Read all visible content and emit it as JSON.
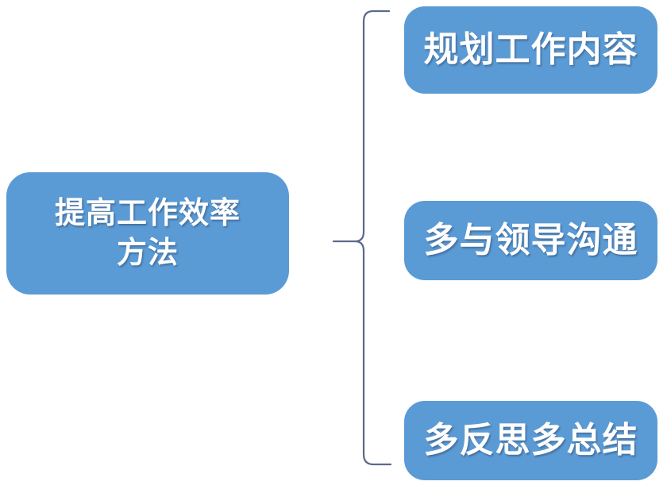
{
  "diagram": {
    "type": "bracket-hierarchy",
    "title": "提高工作效率方法",
    "background_color": "#ffffff",
    "node_fill_color": "#5b9bd5",
    "node_text_color": "#ffffff",
    "connector_color": "#5a6a8a",
    "root": {
      "label": "提高工作效率方法",
      "line1": "提高工作效率",
      "line2": "方法"
    },
    "branches": [
      {
        "index": 1,
        "label": "规划工作内容"
      },
      {
        "index": 2,
        "label": "多与领导沟通"
      },
      {
        "index": 3,
        "label": "多反思多总结"
      }
    ]
  }
}
